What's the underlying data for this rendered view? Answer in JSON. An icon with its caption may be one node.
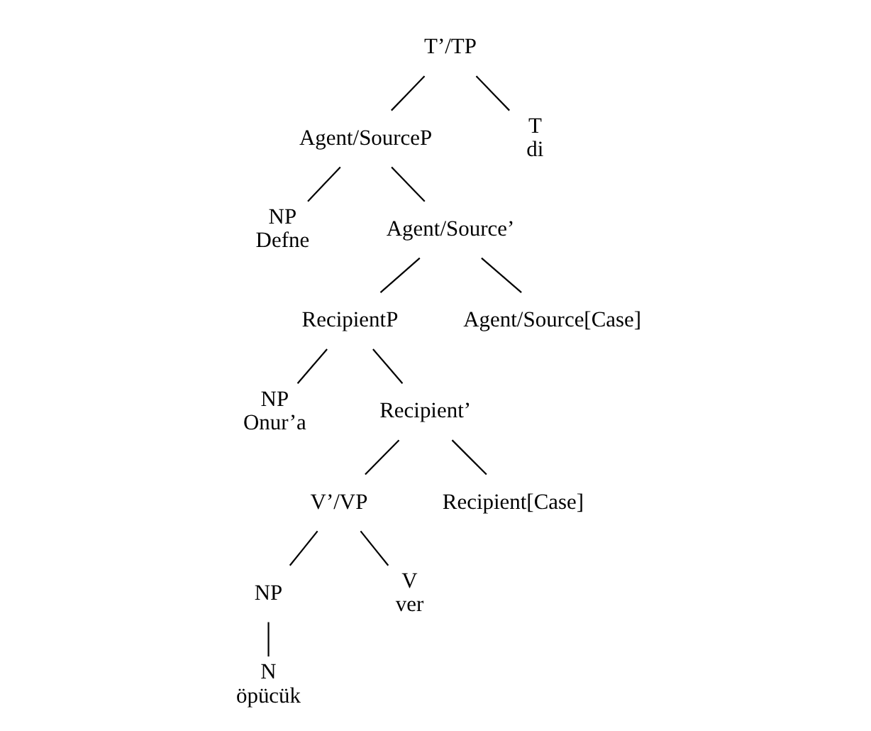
{
  "diagram": {
    "nodes": [
      {
        "text": [
          "T’/TP"
        ]
      },
      {
        "text": [
          "Agent/SourceP"
        ]
      },
      {
        "text": [
          "T",
          "di"
        ]
      },
      {
        "text": [
          "NP",
          "Defne"
        ]
      },
      {
        "text": [
          "Agent/Source’"
        ]
      },
      {
        "text": [
          "RecipientP"
        ]
      },
      {
        "text": [
          "Agent/Source[Case]"
        ]
      },
      {
        "text": [
          "NP",
          "Onur’a"
        ]
      },
      {
        "text": [
          "Recipient’"
        ]
      },
      {
        "text": [
          "V’/VP"
        ]
      },
      {
        "text": [
          "Recipient[Case]"
        ]
      },
      {
        "text": [
          "NP"
        ]
      },
      {
        "text": [
          "V",
          "ver"
        ]
      },
      {
        "text": [
          "N",
          "öpücük"
        ]
      }
    ],
    "edges": [
      {
        "from": 0,
        "to": 1,
        "arrow": "none"
      },
      {
        "from": 0,
        "to": 2,
        "arrow": "none"
      },
      {
        "from": 1,
        "to": 3,
        "arrow": "none"
      },
      {
        "from": 1,
        "to": 4,
        "arrow": "none"
      },
      {
        "from": 4,
        "to": 5,
        "arrow": "none"
      },
      {
        "from": 4,
        "to": 6,
        "arrow": "none"
      },
      {
        "from": 5,
        "to": 7,
        "arrow": "none"
      },
      {
        "from": 5,
        "to": 8,
        "arrow": "none"
      },
      {
        "from": 8,
        "to": 9,
        "arrow": "none"
      },
      {
        "from": 8,
        "to": 10,
        "arrow": "none"
      },
      {
        "from": 9,
        "to": 11,
        "arrow": "none"
      },
      {
        "from": 9,
        "to": 12,
        "arrow": "none"
      },
      {
        "from": 11,
        "to": 13,
        "arrow": "none"
      }
    ]
  }
}
